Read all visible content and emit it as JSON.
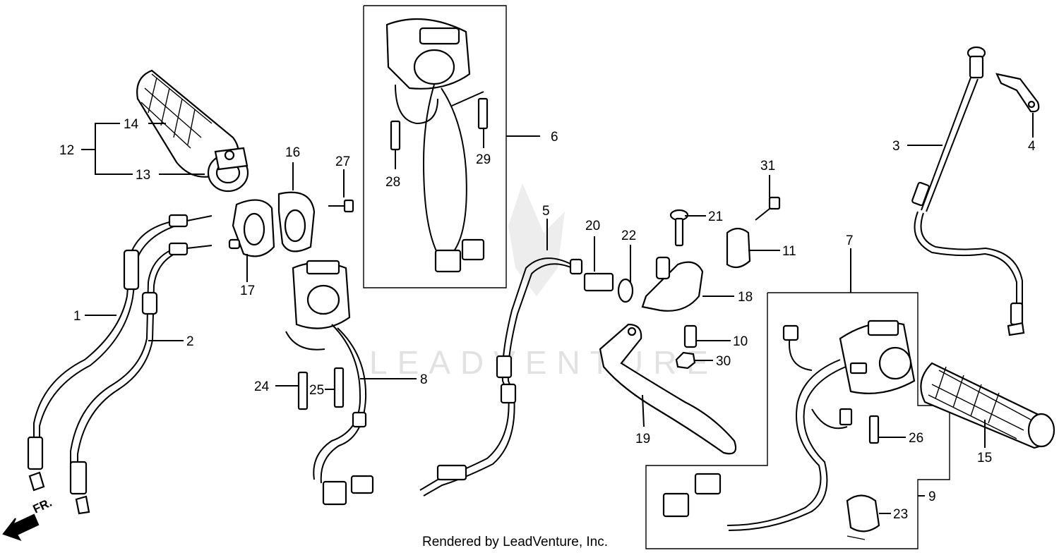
{
  "callouts": [
    "1",
    "2",
    "3",
    "4",
    "5",
    "6",
    "7",
    "8",
    "9",
    "10",
    "11",
    "12",
    "13",
    "14",
    "15",
    "16",
    "17",
    "18",
    "19",
    "20",
    "21",
    "22",
    "23",
    "24",
    "25",
    "26",
    "27",
    "28",
    "29",
    "30",
    "31"
  ],
  "direction_label": "FR.",
  "watermark": "LEADVENTURE",
  "credit": "Rendered by LeadVenture, Inc."
}
